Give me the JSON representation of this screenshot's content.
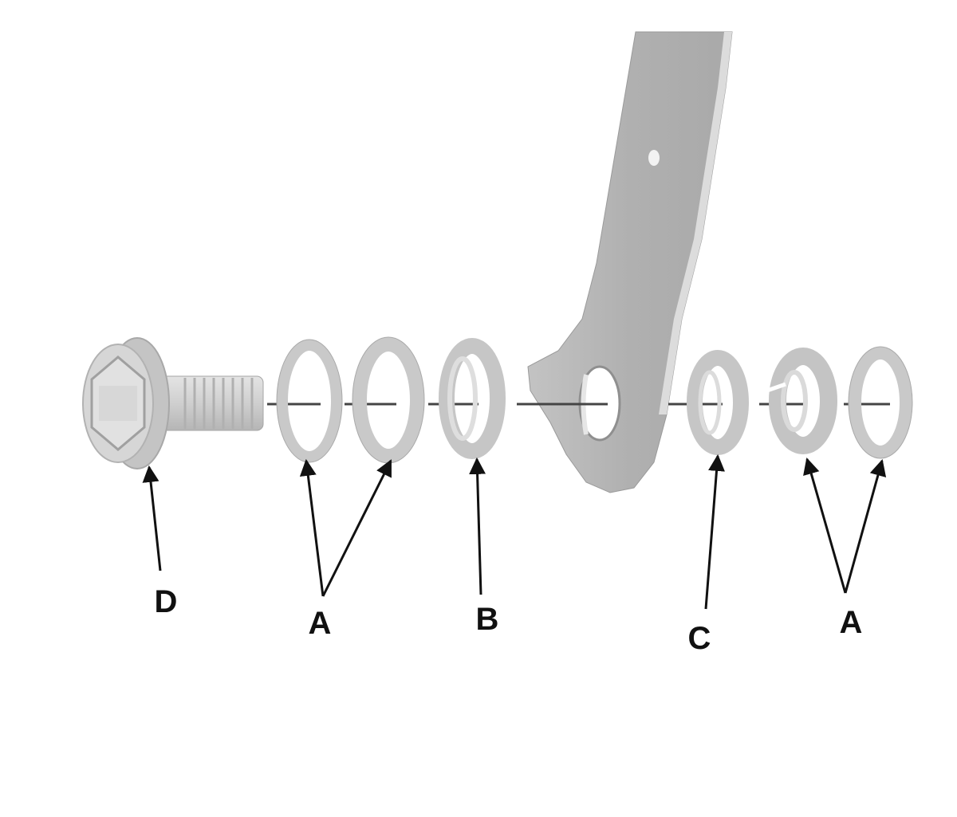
{
  "diagram": {
    "callouts": [
      {
        "id": "D",
        "label": "D"
      },
      {
        "id": "A_left",
        "label": "A"
      },
      {
        "id": "B",
        "label": "B"
      },
      {
        "id": "C",
        "label": "C"
      },
      {
        "id": "A_right",
        "label": "A"
      }
    ]
  },
  "colors": {
    "part_fill": "#cdcdcd",
    "part_shadow": "#a8a8a8",
    "part_highlight": "#e2e2e2",
    "bracket_fill": "#b4b4b4",
    "axis_line": "#444444",
    "arrow": "#111111",
    "label": "#111111",
    "background": "#ffffff"
  }
}
